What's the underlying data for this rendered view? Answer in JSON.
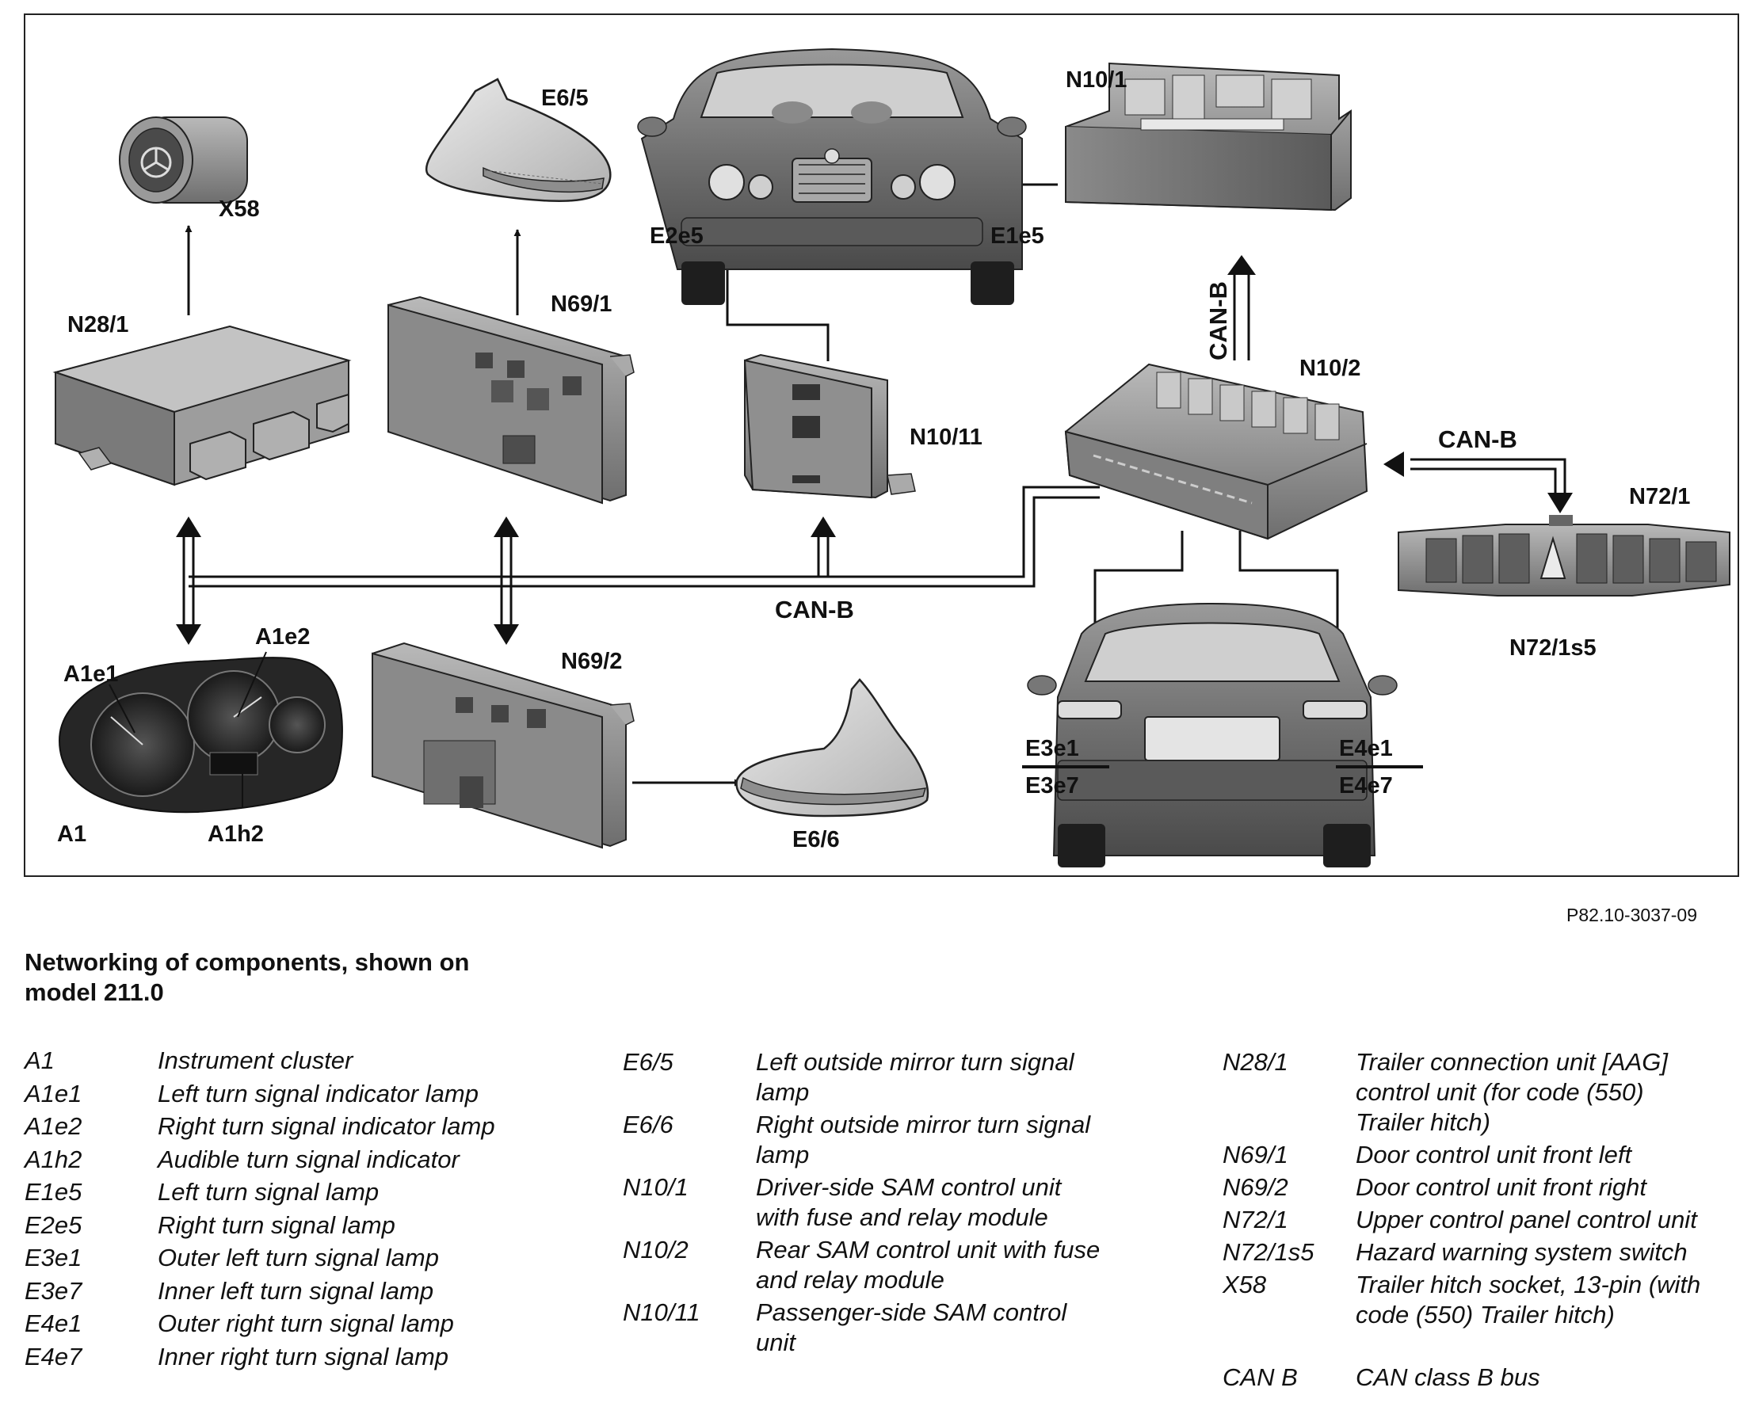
{
  "diagram": {
    "labels": {
      "x58": "X58",
      "e6_5": "E6/5",
      "n10_1": "N10/1",
      "e2e5": "E2e5",
      "e1e5": "E1e5",
      "n28_1": "N28/1",
      "n69_1": "N69/1",
      "n10_11": "N10/11",
      "n10_2": "N10/2",
      "n72_1": "N72/1",
      "n72_1s5": "N72/1s5",
      "a1e1": "A1e1",
      "a1e2": "A1e2",
      "a1": "A1",
      "a1h2": "A1h2",
      "n69_2": "N69/2",
      "e6_6": "E6/6",
      "e3e1": "E3e1",
      "e3e7": "E3e7",
      "e4e1": "E4e1",
      "e4e7": "E4e7"
    },
    "bus_labels": {
      "main": "CAN-B",
      "vertical": "CAN-B",
      "right": "CAN-B"
    }
  },
  "reference_code": "P82.10-3037-09",
  "title_line1": "Networking of components, shown on",
  "title_line2": "model 211.0",
  "legend": {
    "col1": [
      {
        "key": "A1",
        "desc": "Instrument cluster"
      },
      {
        "key": "A1e1",
        "desc": "Left turn signal indicator lamp"
      },
      {
        "key": "A1e2",
        "desc": "Right turn signal indicator lamp"
      },
      {
        "key": "A1h2",
        "desc": "Audible turn signal indicator"
      },
      {
        "key": "E1e5",
        "desc": "Left turn signal lamp"
      },
      {
        "key": "E2e5",
        "desc": "Right turn signal lamp"
      },
      {
        "key": "E3e1",
        "desc": "Outer left turn signal lamp"
      },
      {
        "key": "E3e7",
        "desc": "Inner left turn signal lamp"
      },
      {
        "key": "E4e1",
        "desc": "Outer right turn signal lamp"
      },
      {
        "key": "E4e7",
        "desc": "Inner right turn signal lamp"
      }
    ],
    "col2": [
      {
        "key": "E6/5",
        "desc1": "Left outside mirror turn signal",
        "desc2": "lamp"
      },
      {
        "key": "E6/6",
        "desc1": "Right outside mirror turn signal",
        "desc2": "lamp"
      },
      {
        "key": "N10/1",
        "desc1": "Driver-side SAM control unit",
        "desc2": "with fuse and relay module"
      },
      {
        "key": "N10/2",
        "desc1": "Rear SAM control unit with fuse",
        "desc2": "and relay module"
      },
      {
        "key": "N10/11",
        "desc1": "Passenger-side SAM control",
        "desc2": "unit"
      }
    ],
    "col3": [
      {
        "key": "N28/1",
        "desc1": "Trailer connection unit [AAG]",
        "desc2": "control unit (for code (550)",
        "desc3": "Trailer hitch)"
      },
      {
        "key": "N69/1",
        "desc1": "Door control unit front left"
      },
      {
        "key": "N69/2",
        "desc1": "Door control unit front right"
      },
      {
        "key": "N72/1",
        "desc1": "Upper control panel control unit"
      },
      {
        "key": "N72/1s5",
        "desc1": "Hazard warning system switch"
      },
      {
        "key": "X58",
        "desc1": "Trailer hitch socket, 13-pin (with",
        "desc2": "code (550) Trailer hitch)"
      }
    ],
    "can": {
      "key": "CAN B",
      "desc": "CAN class B bus"
    }
  }
}
